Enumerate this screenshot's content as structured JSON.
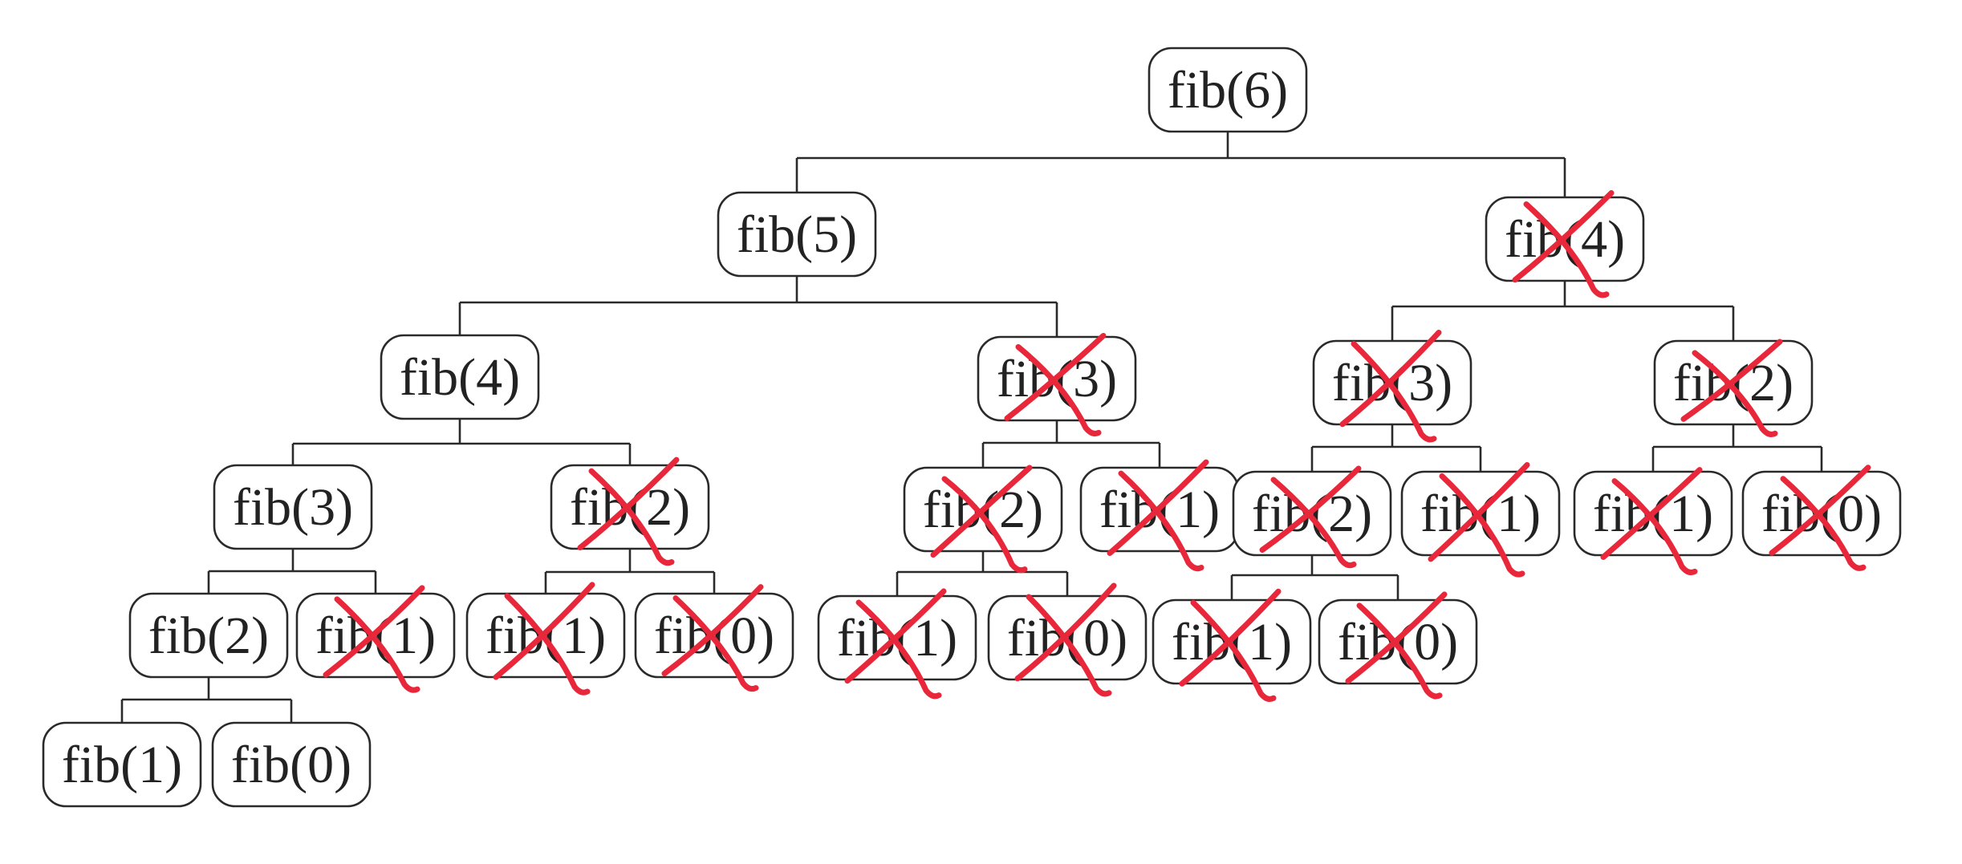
{
  "diagram": {
    "type": "recursion-tree",
    "nodes": [
      {
        "id": "n1",
        "label": "fib(6)",
        "parent": null,
        "crossed": false
      },
      {
        "id": "n2",
        "label": "fib(5)",
        "parent": "n1",
        "crossed": false
      },
      {
        "id": "n3",
        "label": "fib(4)",
        "parent": "n1",
        "crossed": true
      },
      {
        "id": "n4",
        "label": "fib(4)",
        "parent": "n2",
        "crossed": false
      },
      {
        "id": "n5",
        "label": "fib(3)",
        "parent": "n2",
        "crossed": true
      },
      {
        "id": "n6",
        "label": "fib(3)",
        "parent": "n3",
        "crossed": true
      },
      {
        "id": "n7",
        "label": "fib(2)",
        "parent": "n3",
        "crossed": true
      },
      {
        "id": "n8",
        "label": "fib(3)",
        "parent": "n4",
        "crossed": false
      },
      {
        "id": "n9",
        "label": "fib(2)",
        "parent": "n4",
        "crossed": true
      },
      {
        "id": "n10",
        "label": "fib(2)",
        "parent": "n5",
        "crossed": true
      },
      {
        "id": "n11",
        "label": "fib(1)",
        "parent": "n5",
        "crossed": true
      },
      {
        "id": "n12",
        "label": "fib(2)",
        "parent": "n6",
        "crossed": true
      },
      {
        "id": "n13",
        "label": "fib(1)",
        "parent": "n6",
        "crossed": true
      },
      {
        "id": "n14",
        "label": "fib(1)",
        "parent": "n7",
        "crossed": true
      },
      {
        "id": "n15",
        "label": "fib(0)",
        "parent": "n7",
        "crossed": true
      },
      {
        "id": "n16",
        "label": "fib(2)",
        "parent": "n8",
        "crossed": false
      },
      {
        "id": "n17",
        "label": "fib(1)",
        "parent": "n8",
        "crossed": true
      },
      {
        "id": "n18",
        "label": "fib(1)",
        "parent": "n9",
        "crossed": true
      },
      {
        "id": "n19",
        "label": "fib(0)",
        "parent": "n9",
        "crossed": true
      },
      {
        "id": "n20",
        "label": "fib(1)",
        "parent": "n10",
        "crossed": true
      },
      {
        "id": "n21",
        "label": "fib(0)",
        "parent": "n10",
        "crossed": true
      },
      {
        "id": "n22",
        "label": "fib(1)",
        "parent": "n12",
        "crossed": true
      },
      {
        "id": "n23",
        "label": "fib(0)",
        "parent": "n12",
        "crossed": true
      },
      {
        "id": "n24",
        "label": "fib(1)",
        "parent": "n16",
        "crossed": false
      },
      {
        "id": "n25",
        "label": "fib(0)",
        "parent": "n16",
        "crossed": false
      }
    ]
  },
  "colors": {
    "line": "#2a2a2a",
    "text": "#222222",
    "cross_mark": "#e8283a"
  }
}
